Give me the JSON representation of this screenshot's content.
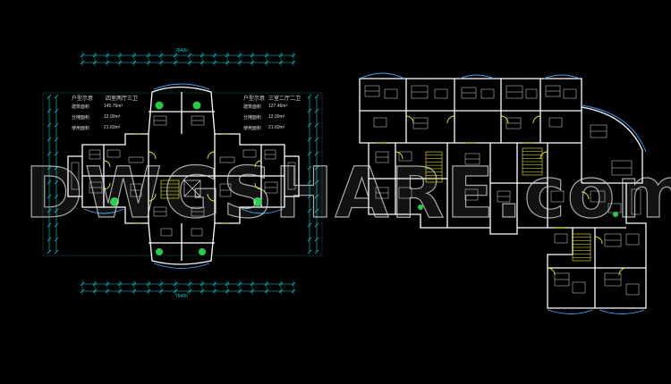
{
  "watermark": "DWGSHARE.com",
  "colors": {
    "background": "#000000",
    "wall": "#ffffff",
    "dimension": "#00d6d6",
    "accent": "#f2f200",
    "furniture": "#d8d8d8",
    "greenery": "#22cc44",
    "glass": "#3aa6ff"
  },
  "left_plan": {
    "dimension_top_label": "76400",
    "dimension_bottom_label": "76400",
    "info_left": {
      "title": "户型示意",
      "type": "四室两厅三卫",
      "rows": [
        {
          "label": "建筑面积",
          "value": "145.76m²"
        },
        {
          "label": "分摊面积",
          "value": "12.00m²"
        },
        {
          "label": "使用面积",
          "value": "21.60m²"
        }
      ]
    },
    "info_right": {
      "title": "户型示意",
      "type": "三室二厅二卫",
      "rows": [
        {
          "label": "建筑面积",
          "value": "127.46m²"
        },
        {
          "label": "分摊面积",
          "value": "12.00m²"
        },
        {
          "label": "使用面积",
          "value": "21.60m²"
        }
      ]
    }
  },
  "right_plan": {}
}
